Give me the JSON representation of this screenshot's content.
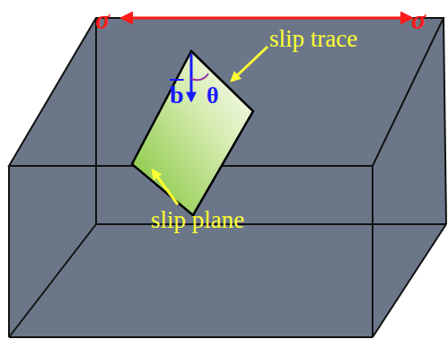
{
  "diagram": {
    "labels": [
      "σ",
      "σ",
      "b",
      "θ",
      "slip trace",
      "slip plane"
    ]
  }
}
